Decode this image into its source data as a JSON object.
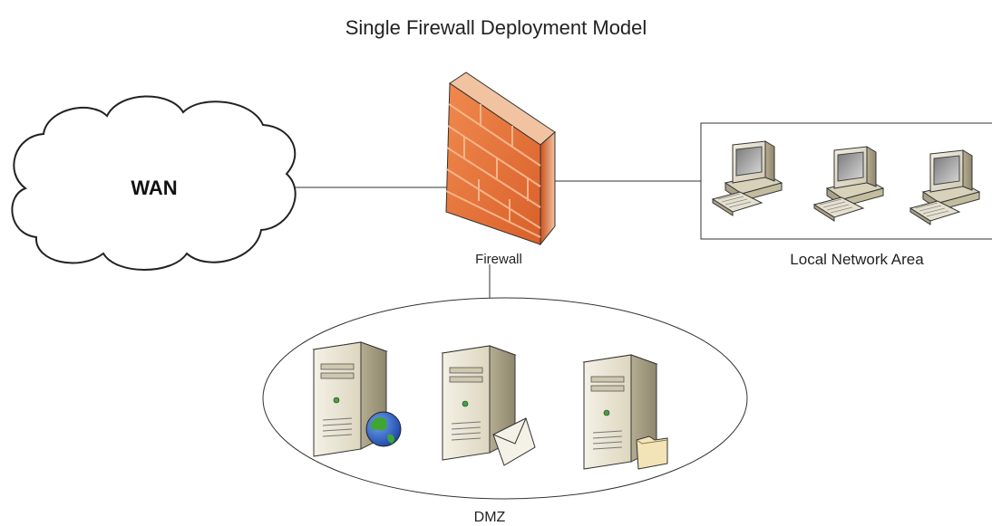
{
  "diagram": {
    "title": "Single Firewall Deployment Model",
    "wan_label": "WAN",
    "firewall_label": "Firewall",
    "lan_label": "Local Network Area",
    "dmz_label": "DMZ"
  },
  "nodes": {
    "wan": "cloud-icon",
    "firewall": "brick-firewall-icon",
    "lan_computers": [
      "desktop-computer-icon",
      "desktop-computer-icon",
      "desktop-computer-icon"
    ],
    "dmz_servers": [
      "web-server-icon",
      "mail-server-icon",
      "file-server-icon"
    ]
  },
  "colors": {
    "firewall_brick": "#e8743a",
    "firewall_mortar": "#f6b48a",
    "globe_blue": "#2a63c8",
    "globe_green": "#3fa535",
    "server_body": "#e9e4d2"
  }
}
